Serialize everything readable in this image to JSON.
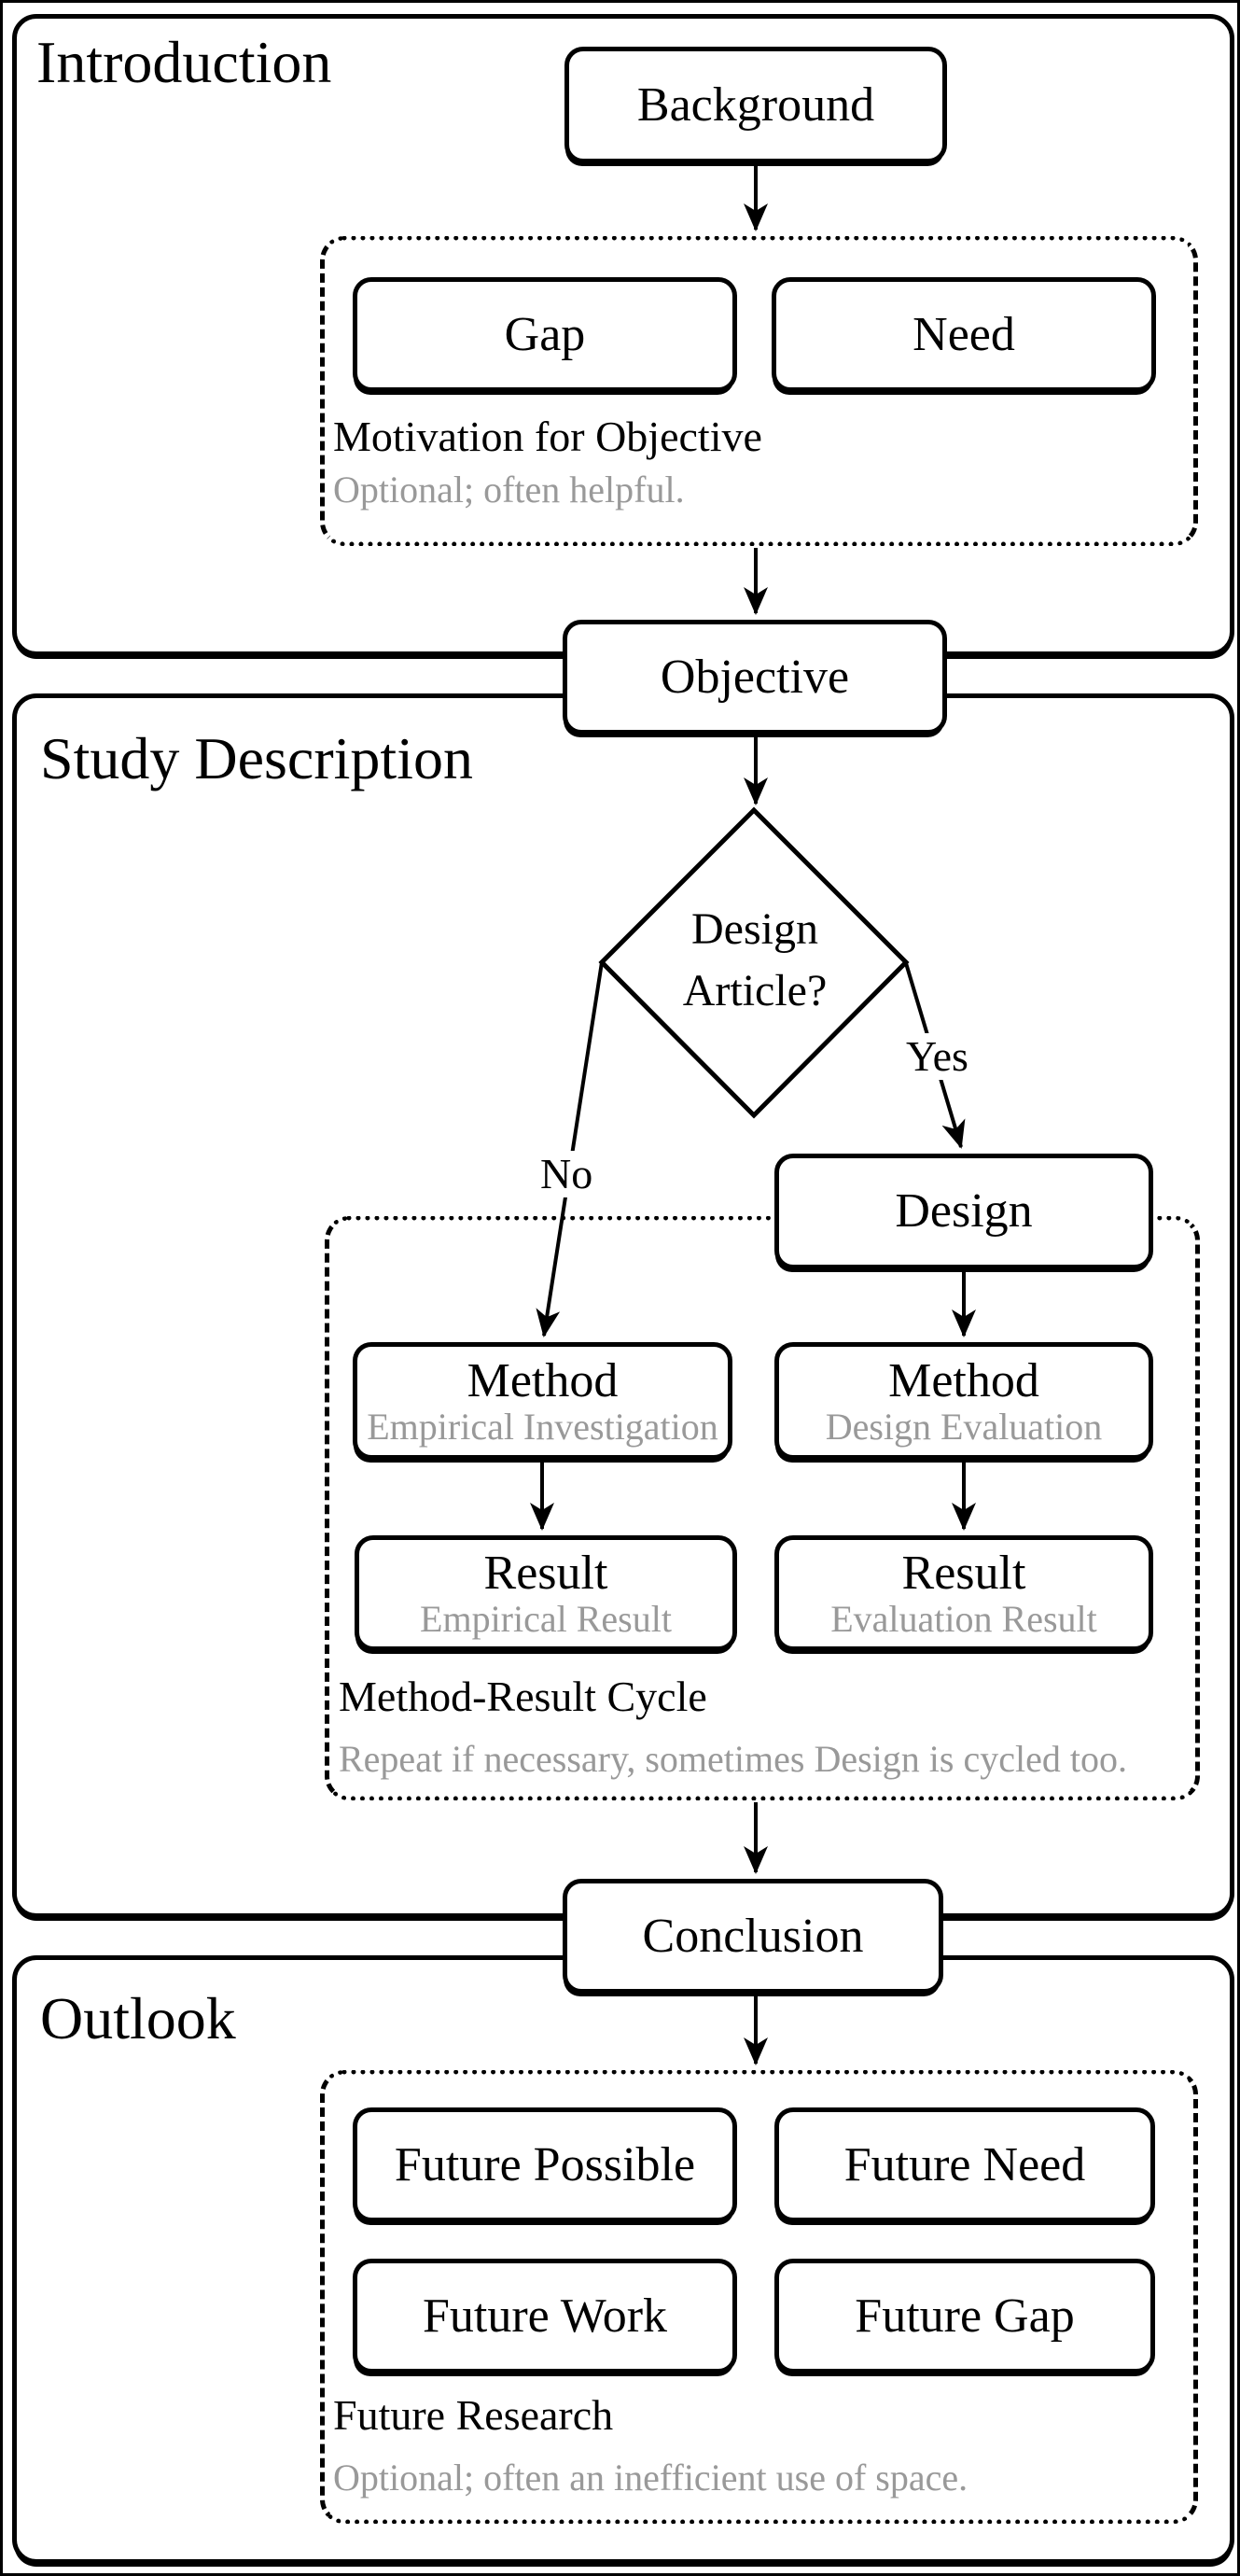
{
  "figure": {
    "sections": {
      "introduction": "Introduction",
      "study_description": "Study Description",
      "outlook": "Outlook"
    },
    "nodes": {
      "background": "Background",
      "gap": "Gap",
      "need": "Need",
      "objective": "Objective",
      "decision": {
        "line1": "Design",
        "line2": "Article?"
      },
      "design": "Design",
      "method_empirical": {
        "title": "Method",
        "subtitle": "Empirical Investigation"
      },
      "method_design": {
        "title": "Method",
        "subtitle": "Design Evaluation"
      },
      "result_empirical": {
        "title": "Result",
        "subtitle": "Empirical Result"
      },
      "result_evaluation": {
        "title": "Result",
        "subtitle": "Evaluation Result"
      },
      "conclusion": "Conclusion",
      "future_possible": "Future Possible",
      "future_need": "Future Need",
      "future_work": "Future Work",
      "future_gap": "Future Gap"
    },
    "edge_labels": {
      "no": "No",
      "yes": "Yes"
    },
    "groups": {
      "motivation": {
        "title": "Motivation for Objective",
        "note": "Optional; often helpful."
      },
      "method_result_cycle": {
        "title": "Method-Result Cycle",
        "note": "Repeat if necessary, sometimes Design is cycled too."
      },
      "future_research": {
        "title": "Future Research",
        "note": "Optional; often an inefficient use of space."
      }
    },
    "colors": {
      "ink": "#000000",
      "muted": "#999999",
      "paper": "#ffffff"
    }
  }
}
